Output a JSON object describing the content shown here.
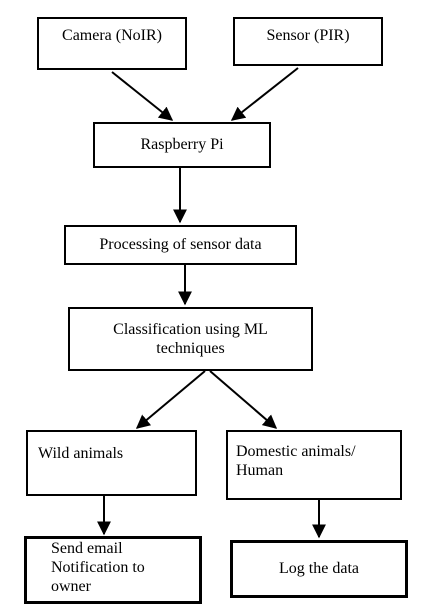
{
  "nodes": {
    "camera": "Camera (NoIR)",
    "sensor": "Sensor (PIR)",
    "raspberry_pi": "Raspberry Pi",
    "processing": "Processing of sensor data",
    "classification": "Classification using ML techniques",
    "wild_animals": "Wild animals",
    "domestic": "Domestic animals/ Human",
    "send_email": "Send email Notification to owner",
    "log_data": "Log the data"
  },
  "edges": [
    {
      "from": "camera",
      "to": "raspberry_pi"
    },
    {
      "from": "sensor",
      "to": "raspberry_pi"
    },
    {
      "from": "raspberry_pi",
      "to": "processing"
    },
    {
      "from": "processing",
      "to": "classification"
    },
    {
      "from": "classification",
      "to": "wild_animals"
    },
    {
      "from": "classification",
      "to": "domestic"
    },
    {
      "from": "wild_animals",
      "to": "send_email"
    },
    {
      "from": "domestic",
      "to": "log_data"
    }
  ]
}
